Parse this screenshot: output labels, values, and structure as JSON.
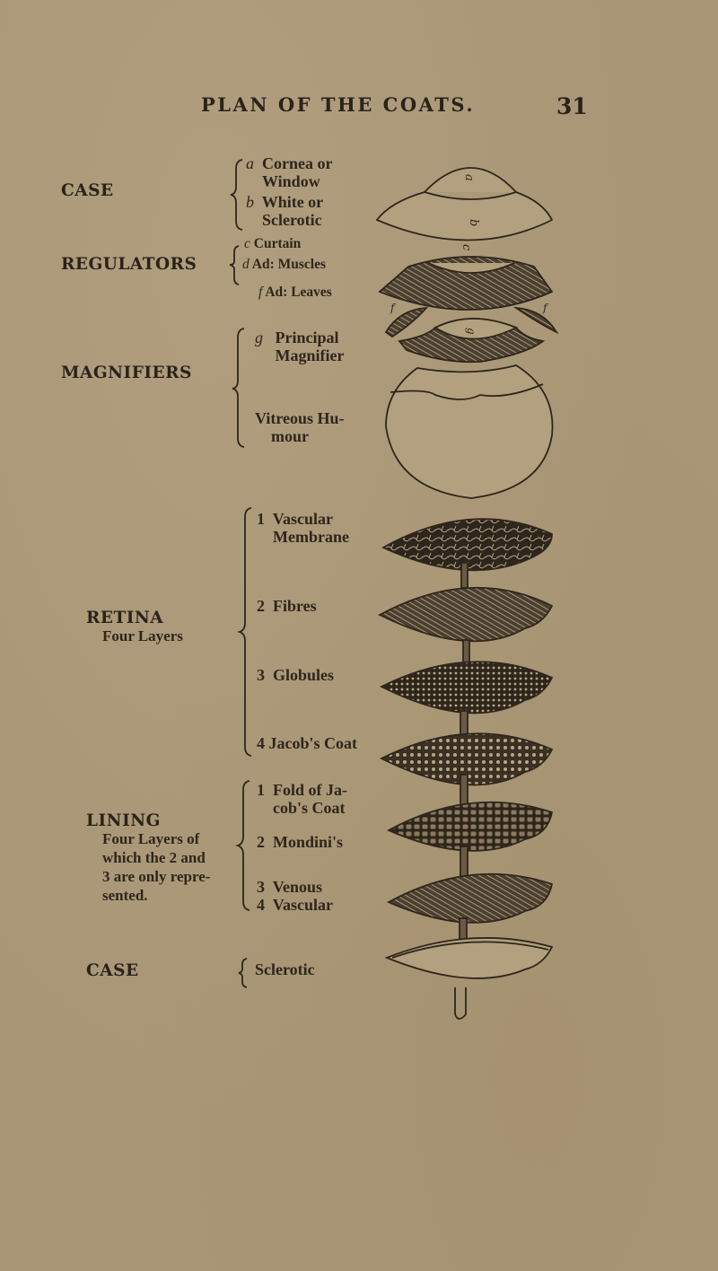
{
  "page": {
    "running_header": "PLAN OF THE COATS.",
    "page_number": "31",
    "background_color": "#a89676",
    "ink_color": "#2a231a"
  },
  "sections": [
    {
      "label": "CASE",
      "items": [
        {
          "letter": "a",
          "line1": "Cornea or",
          "line2": "Window"
        },
        {
          "letter": "b",
          "line1": "White or",
          "line2": "Sclerotic"
        }
      ]
    },
    {
      "label": "REGULATORS",
      "items": [
        {
          "letter": "c",
          "text": "Curtain"
        },
        {
          "letter": "d",
          "text": "Ad: Muscles"
        },
        {
          "letter": "f",
          "text": "Ad: Leaves"
        }
      ]
    },
    {
      "label": "MAGNIFIERS",
      "items": [
        {
          "letter": "g",
          "line1": "Principal",
          "line2": "Magnifier"
        },
        {
          "letter": "",
          "line1": "Vitreous Hu-",
          "line2": "mour"
        }
      ]
    },
    {
      "label": "RETINA",
      "sublabel": "Four Layers",
      "items": [
        {
          "number": "1",
          "line1": "Vascular",
          "line2": "Membrane"
        },
        {
          "number": "2",
          "text": "Fibres"
        },
        {
          "number": "3",
          "text": "Globules"
        },
        {
          "number": "4",
          "text": "Jacob's Coat"
        }
      ]
    },
    {
      "label": "LINING",
      "sublabel_lines": [
        "Four Layers of",
        "which the 2 and",
        "3 are only repre-",
        "sented."
      ],
      "items": [
        {
          "number": "1",
          "line1": "Fold of Ja-",
          "line2": "cob's Coat"
        },
        {
          "number": "2",
          "text": "Mondini's"
        },
        {
          "number": "3",
          "text": "Venous"
        },
        {
          "number": "4",
          "text": "Vascular"
        }
      ]
    },
    {
      "label": "CASE",
      "items": [
        {
          "text": "Sclerotic"
        }
      ]
    }
  ],
  "diagram": {
    "description": "Exploded engraving of eye coats stacked vertically",
    "layer_letters": [
      "a",
      "b",
      "c",
      "f",
      "f",
      "g"
    ]
  }
}
